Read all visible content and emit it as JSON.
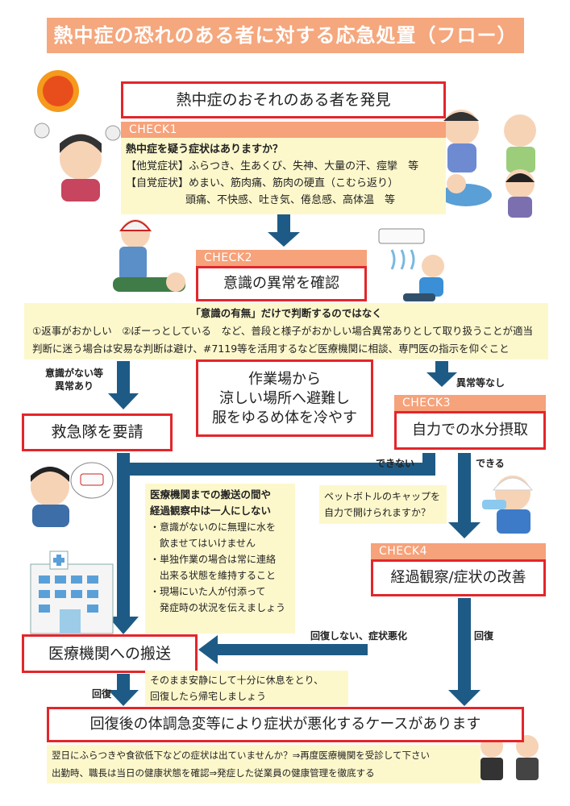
{
  "title": "熱中症の恐れのある者に対する応急処置（フロー）",
  "discover": "熱中症のおそれのある者を発見",
  "check1": {
    "tag": "CHECK1",
    "question": "熱中症を疑う症状はありますか？",
    "line1": "【他覚症状】ふらつき、生あくび、失神、大量の汗、痙攣　等",
    "line2": "【自覚症状】めまい、筋肉痛、筋肉の硬直（こむら返り）",
    "line3": "頭痛、不快感、吐き気、倦怠感、高体温　等"
  },
  "check2": {
    "tag": "CHECK2",
    "box": "意識の異常を確認",
    "heading": "「意識の有無」だけで判断するのではなく",
    "line1": "①返事がおかしい　②ぼーっとしている　など、普段と様子がおかしい場合異常ありとして取り扱うことが適当",
    "line2": "判断に迷う場合は安易な判断は避け、#7119等を活用するなど医療機関に相談、専門医の指示を仰ぐこと"
  },
  "labels": {
    "unconscious": [
      "意識がない等",
      "異常あり"
    ],
    "no_abnormal": "異常等なし",
    "cannot": "できない",
    "can": "できる",
    "no_recovery": "回復しない、症状悪化",
    "recovery": "回復",
    "recovery2": "回復"
  },
  "call_ambulance": "救急隊を要請",
  "evacuate": [
    "作業場から",
    "涼しい場所へ避難し",
    "服をゆるめ体を冷やす"
  ],
  "check3": {
    "tag": "CHECK3",
    "box": "自力での水分摂取",
    "q1": "ペットボトルのキャップを",
    "q2": "自力で開けられますか？"
  },
  "transport_note": {
    "heading1": "医療機関までの搬送の間や",
    "heading2": "経過観察中は一人にしない",
    "items": [
      "・意識がないのに無理に水を",
      "　飲ませてはいけません",
      "・単独作業の場合は常に連絡",
      "　出来る状態を維持すること",
      "・現場にいた人が付添って",
      "　発症時の状況を伝えましょう"
    ]
  },
  "check4": {
    "tag": "CHECK4",
    "box": "経過観察/症状の改善"
  },
  "hospital": "医療機関への搬送",
  "rest": [
    "そのまま安静にして十分に休息をとり、",
    "回復したら帰宅しましょう"
  ],
  "warning": "回復後の体調急変等により症状が悪化するケースがあります",
  "footer": [
    "翌日にふらつきや食欲低下などの症状は出ていませんか？⇒再度医療機関を受診して下さい",
    "出勤時、職長は当日の健康状態を確認⇒発症した従業員の健康管理を徹底する"
  ],
  "colors": {
    "arrow": "#1d5b86",
    "red": "#e3262b",
    "orange": "#f6a27a",
    "yellow": "#fdf8cc"
  }
}
